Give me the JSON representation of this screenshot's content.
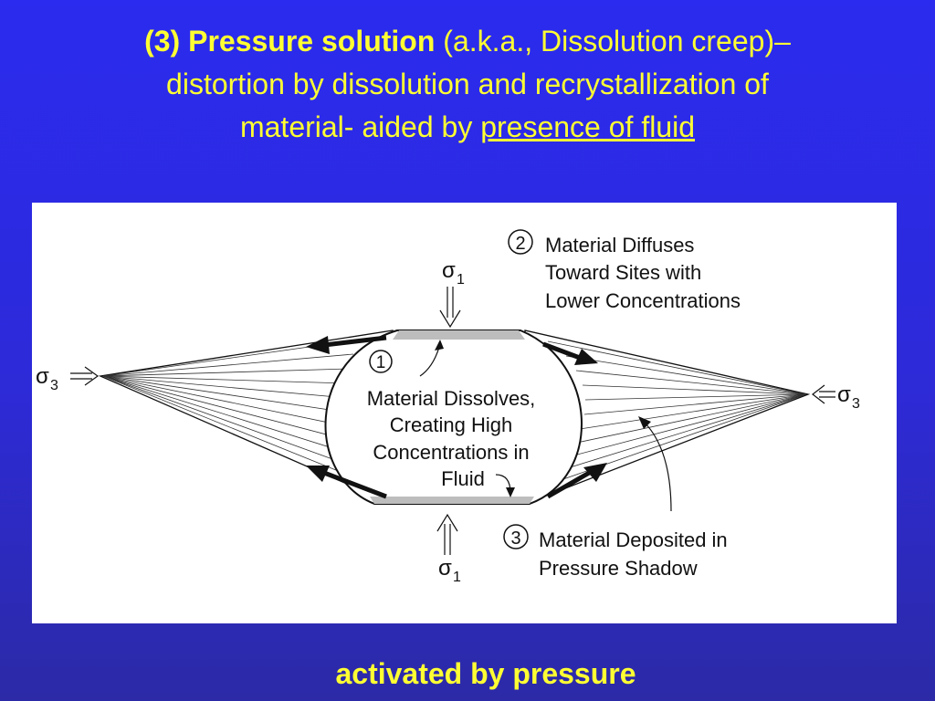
{
  "slide": {
    "title_number": "(3)",
    "title_term": "Pressure solution",
    "title_aka": "(a.k.a., Dissolution creep)–",
    "title_line2": "distortion by dissolution and recrystallization of",
    "title_line3_prefix": "material- aided by",
    "title_emphasis": "presence of fluid",
    "footer": "activated by pressure"
  },
  "diagram": {
    "sigma1_top": "σ",
    "sigma1_top_sub": "1",
    "sigma1_bottom": "σ",
    "sigma1_bottom_sub": "1",
    "sigma3_left": "σ",
    "sigma3_left_sub": "3",
    "sigma3_right": "σ",
    "sigma3_right_sub": "3",
    "step1_num": "1",
    "step1_lines": [
      "Material Dissolves,",
      "Creating High",
      "Concentrations in",
      "Fluid"
    ],
    "step2_num": "2",
    "step2_lines": [
      "Material Diffuses",
      "Toward Sites with",
      "Lower Concentrations"
    ],
    "step3_num": "3",
    "step3_lines": [
      "Material Deposited in",
      "Pressure Shadow"
    ]
  }
}
